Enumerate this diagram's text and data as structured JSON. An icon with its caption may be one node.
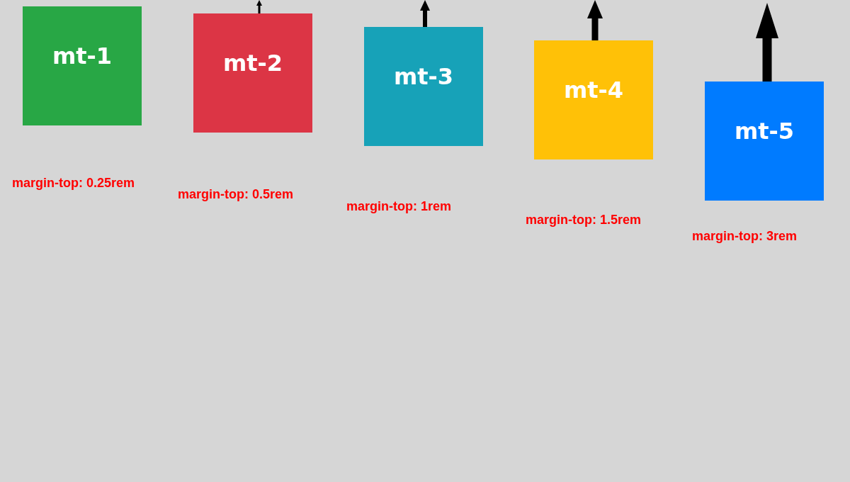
{
  "diagram": {
    "nodes": [
      {
        "text": [
          "mt-1"
        ]
      },
      {
        "text": [
          "mt-2"
        ]
      },
      {
        "text": [
          "mt-3"
        ]
      },
      {
        "text": [
          "mt-4"
        ]
      },
      {
        "text": [
          "mt-5"
        ]
      }
    ],
    "labels": [
      "margin-top: 0.25rem",
      "margin-top: 0.5rem",
      "margin-top: 1rem",
      "margin-top: 1.5rem",
      "margin-top: 3rem"
    ]
  }
}
